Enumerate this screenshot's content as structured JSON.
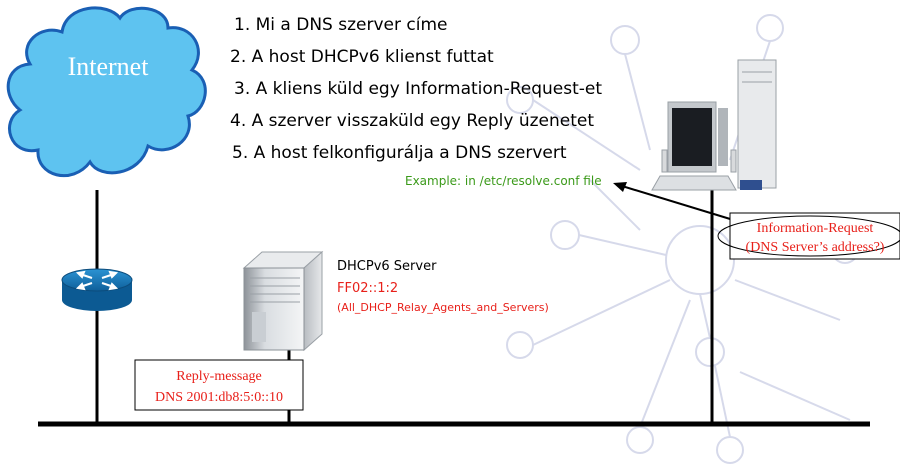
{
  "cloud": {
    "label": "Internet"
  },
  "steps": [
    "1. Mi a DNS szerver címe",
    "2. A host DHCPv6 klienst futtat",
    "3. A kliens küld egy Information-Request-et",
    "4. A szerver visszaküld egy Reply üzenetet",
    "5. A host felkonfigurálja a DNS szervert"
  ],
  "example_note": "Example: in /etc/resolve.conf file",
  "server": {
    "name": "DHCPv6 Server",
    "address": "FF02::1:2",
    "group": "(All_DHCP_Relay_Agents_and_Servers)"
  },
  "info_request": {
    "line1": "Information-Request",
    "line2": "(DNS Server’s address?)"
  },
  "reply": {
    "line1": "Reply-message",
    "line2": "DNS 2001:db8:5:0::10"
  },
  "colors": {
    "cloud_fill": "#5ec3f0",
    "cloud_stroke": "#1a5fb4",
    "red_text": "#e8201a",
    "green_text": "#3b9a1a",
    "deco": "#c9cde4"
  },
  "icons": [
    "cloud-icon",
    "router-icon",
    "server-tower-icon",
    "desktop-pc-icon"
  ]
}
